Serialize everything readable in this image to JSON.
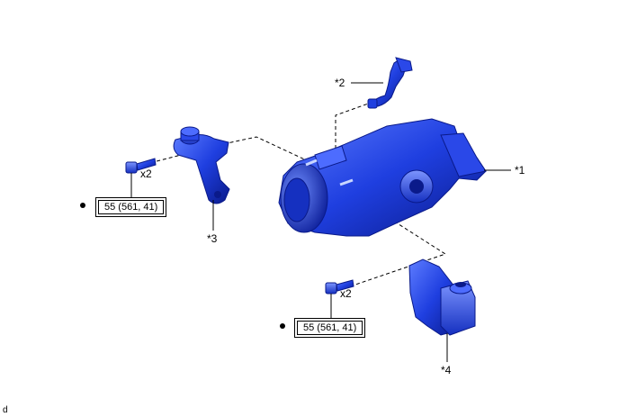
{
  "colors": {
    "part_fill": "#1f3fe0",
    "part_dark": "#0a1a8a",
    "part_light": "#6f8dff",
    "line": "#000000"
  },
  "callouts": {
    "part1": "*1",
    "part2": "*2",
    "part3": "*3",
    "part4": "*4"
  },
  "bolts": {
    "upper": {
      "qty": "x2",
      "torque": "55 (561, 41)"
    },
    "lower": {
      "qty": "x2",
      "torque": "55 (561, 41)"
    }
  },
  "corner_code": "d"
}
